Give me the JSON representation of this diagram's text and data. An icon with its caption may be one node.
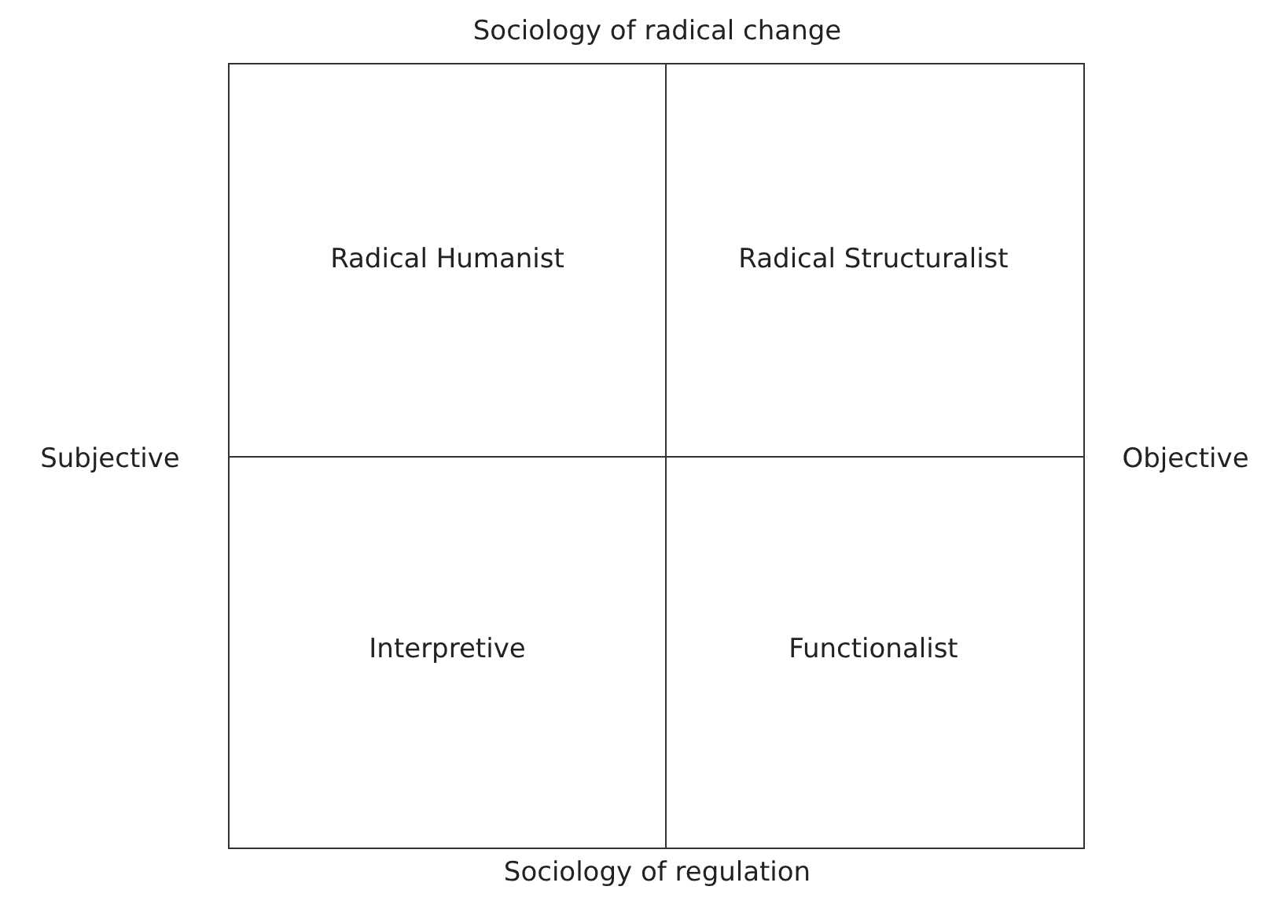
{
  "diagram": {
    "nodes": [
      {
        "text": [
          "Radical Humanist"
        ]
      },
      {
        "text": [
          "Radical Structuralist"
        ]
      },
      {
        "text": [
          "Interpretive"
        ]
      },
      {
        "text": [
          "Functionalist"
        ]
      }
    ],
    "labels": [
      "Sociology of radical change",
      "Subjective",
      "Objective",
      "Sociology of regulation"
    ]
  }
}
